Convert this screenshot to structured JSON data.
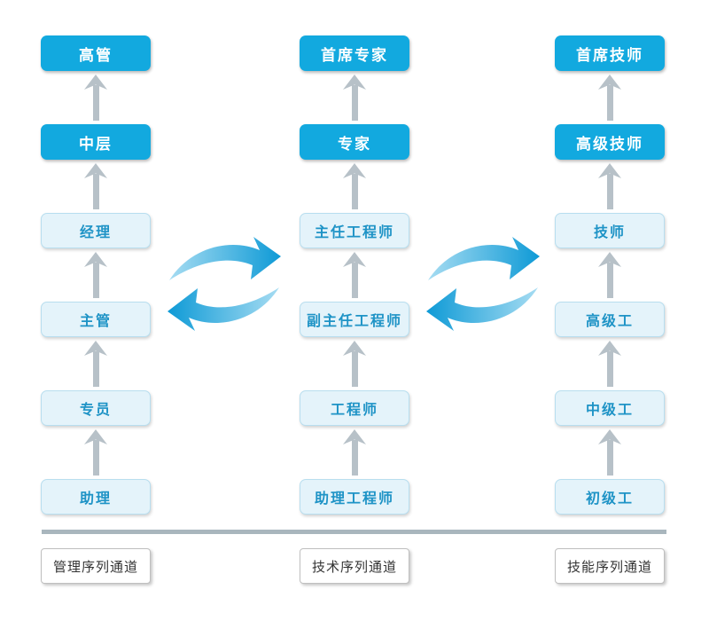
{
  "diagram": {
    "columns": [
      {
        "name": "management",
        "channel_label": "管理序列通道",
        "levels": [
          {
            "label": "高管",
            "tier": "solid"
          },
          {
            "label": "中层",
            "tier": "solid"
          },
          {
            "label": "经理",
            "tier": "light"
          },
          {
            "label": "主管",
            "tier": "light"
          },
          {
            "label": "专员",
            "tier": "light"
          },
          {
            "label": "助理",
            "tier": "light"
          }
        ]
      },
      {
        "name": "technical",
        "channel_label": "技术序列通道",
        "levels": [
          {
            "label": "首席专家",
            "tier": "solid"
          },
          {
            "label": "专家",
            "tier": "solid"
          },
          {
            "label": "主任工程师",
            "tier": "light"
          },
          {
            "label": "副主任工程师",
            "tier": "light"
          },
          {
            "label": "工程师",
            "tier": "light"
          },
          {
            "label": "助理工程师",
            "tier": "light"
          }
        ]
      },
      {
        "name": "skill",
        "channel_label": "技能序列通道",
        "levels": [
          {
            "label": "首席技师",
            "tier": "solid"
          },
          {
            "label": "高级技师",
            "tier": "solid"
          },
          {
            "label": "技师",
            "tier": "light"
          },
          {
            "label": "高级工",
            "tier": "light"
          },
          {
            "label": "中级工",
            "tier": "light"
          },
          {
            "label": "初级工",
            "tier": "light"
          }
        ]
      }
    ],
    "icons": {
      "up_arrow": "up-arrow-icon",
      "swap": "swap-arrows-icon"
    },
    "colors": {
      "solid_box": "#12A9DF",
      "solid_text": "#FFFFFF",
      "light_box_fill": "#E4F3FA",
      "light_box_border": "#B8DEEF",
      "light_text": "#1E93C6",
      "arrow_gray": "#B7C1C8",
      "divider_bar": "#A9B6BD",
      "swap_gradient_light": "#A6DCF2",
      "swap_gradient_dark": "#0E9AD6",
      "channel_text": "#333333"
    }
  }
}
